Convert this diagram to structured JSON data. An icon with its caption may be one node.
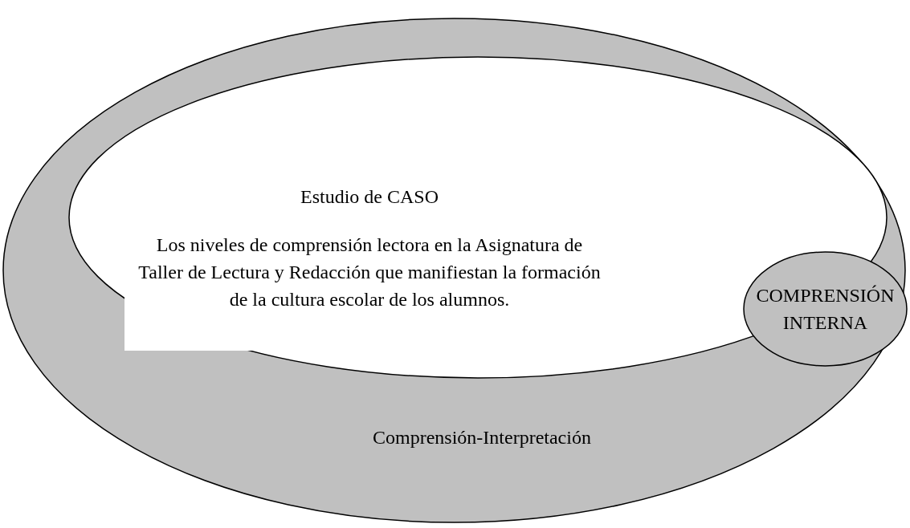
{
  "diagram": {
    "nodes": [
      {
        "text": [
          "Comprensión-Interpretación"
        ]
      },
      {
        "text": [
          "Estudio de CASO",
          "Los niveles de comprensión lectora en la Asignatura de Taller de Lectura y Redacción que manifiestan la formación de la cultura escolar de los alumnos."
        ],
        "in": 0
      },
      {
        "text": [
          "COMPRENSIÓN INTERNA"
        ],
        "in": 0
      }
    ]
  }
}
